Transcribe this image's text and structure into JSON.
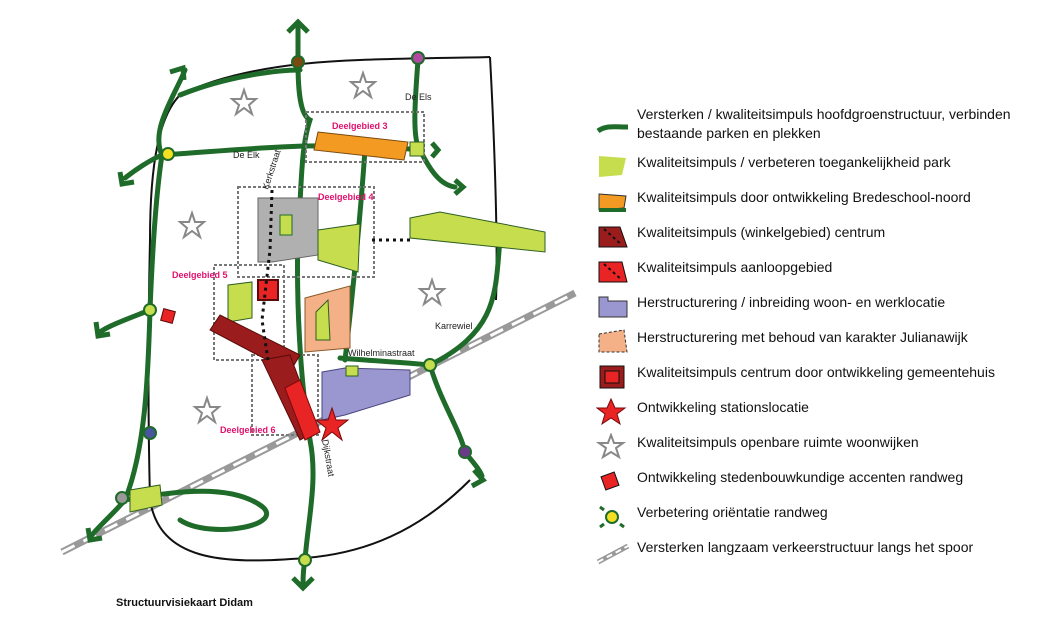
{
  "map": {
    "caption": "Structuurvisiekaart Didam",
    "deelgebieden": [
      "Deelgebied 3",
      "Deelgebied 4",
      "Deelgebied 5",
      "Deelgebied 6"
    ],
    "streets": {
      "de_els": "De Els",
      "de_elk": "De Elk",
      "kerkstraat": "Kerkstraat",
      "karrewiel": "Karrewiel",
      "wilhelminastraat": "Wilhelminastraat",
      "dijkstraat": "Dijkstraat"
    }
  },
  "legend": [
    {
      "icon": "green-structure-line",
      "text": "Versterken / kwaliteitsimpuls hoofdgroenstructuur, verbinden bestaande parken en plekken"
    },
    {
      "icon": "park-area",
      "text": "Kwaliteitsimpuls / verbeteren toegankelijkheid park"
    },
    {
      "icon": "bredeschool-area",
      "text": "Kwaliteitsimpuls door ontwikkeling Bredeschool-noord"
    },
    {
      "icon": "centrum-area",
      "text": "Kwaliteitsimpuls (winkelgebied) centrum"
    },
    {
      "icon": "aanloop-area",
      "text": "Kwaliteitsimpuls aanloopgebied"
    },
    {
      "icon": "herstructurering-area",
      "text": "Herstructurering / inbreiding woon- en werklocatie"
    },
    {
      "icon": "julianawijk-area",
      "text": "Herstructurering met behoud van karakter Julianawijk"
    },
    {
      "icon": "gemeentehuis-area",
      "text": "Kwaliteitsimpuls centrum door ontwikkeling gemeentehuis"
    },
    {
      "icon": "station-star",
      "text": "Ontwikkeling stationslocatie"
    },
    {
      "icon": "outline-star",
      "text": "Kwaliteitsimpuls openbare ruimte woonwijken"
    },
    {
      "icon": "accent-square",
      "text": "Ontwikkeling stedenbouwkundige accenten randweg"
    },
    {
      "icon": "orientation-node",
      "text": "Verbetering oriëntatie randweg"
    },
    {
      "icon": "rail-dashed-line",
      "text": "Versterken langzaam verkeerstructuur langs het spoor"
    }
  ],
  "colors": {
    "green_line": "#1f6b2a",
    "park": "#c6dd4d",
    "orange": "#f39a22",
    "centrum": "#9a1c1c",
    "aanloop": "#e82424",
    "purple": "#9a96cf",
    "salmon": "#f4b086",
    "grey_area": "#b0b0b0"
  }
}
